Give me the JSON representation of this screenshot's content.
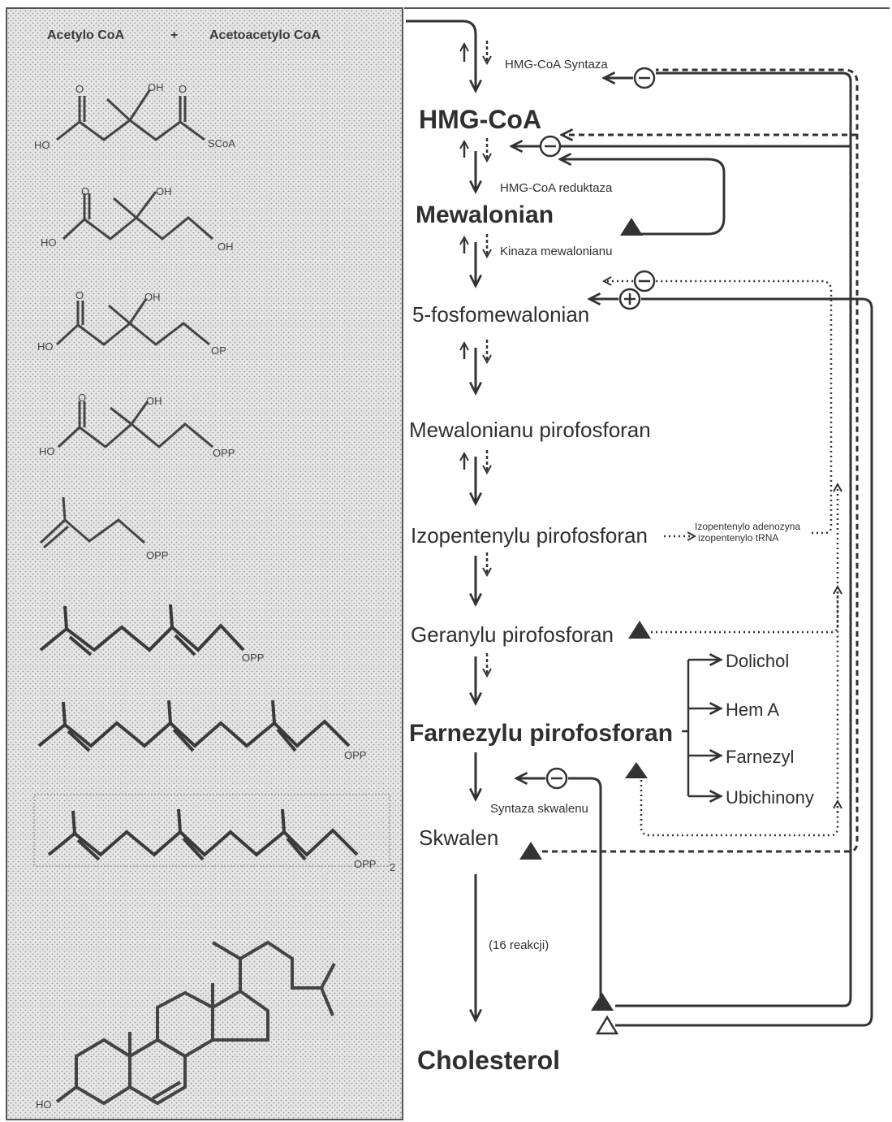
{
  "left_panel": {
    "header_left": "Acetylo CoA",
    "header_plus": "+",
    "header_right": "Acetoacetylo CoA",
    "structures": [
      {
        "id": "hmg-coa",
        "labels": {
          "o1": "O",
          "o2": "O",
          "oh": "OH",
          "ho": "HO",
          "end": "SCoA"
        }
      },
      {
        "id": "mevalonate",
        "labels": {
          "o1": "O",
          "oh": "OH",
          "ho": "HO",
          "end": "OH"
        }
      },
      {
        "id": "phospho-mevalonate",
        "labels": {
          "o1": "O",
          "oh": "OH",
          "ho": "HO",
          "end": "OP"
        }
      },
      {
        "id": "pyrophospho-mevalonate",
        "labels": {
          "o1": "O",
          "oh": "OH",
          "ho": "HO",
          "end": "OPP"
        }
      },
      {
        "id": "ipp",
        "labels": {
          "end": "OPP"
        }
      },
      {
        "id": "gpp",
        "labels": {
          "end": "OPP"
        }
      },
      {
        "id": "fpp",
        "labels": {
          "end": "OPP"
        }
      },
      {
        "id": "squalene-half",
        "labels": {
          "end": "OPP",
          "subscript": "2"
        }
      },
      {
        "id": "cholesterol",
        "labels": {
          "ho": "HO"
        }
      }
    ]
  },
  "pathway": {
    "metabolites": {
      "hmg_coa": "HMG-CoA",
      "mevalonate": "Mewalonian",
      "phosphomevalonate": "5-fosfomewalonian",
      "pyrophosphomevalonate": "Mewalonianu pirofosforan",
      "ipp": "Izopentenylu pirofosforan",
      "gpp": "Geranylu pirofosforan",
      "fpp": "Farnezylu pirofosforan",
      "squalene": "Skwalen",
      "cholesterol": "Cholesterol"
    },
    "enzymes": {
      "hmg_synthase": "HMG-CoA Syntaza",
      "hmg_reductase": "HMG-CoA reduktaza",
      "mevalonate_kinase": "Kinaza mewalonianu",
      "squalene_synthase": "Syntaza skwalenu"
    },
    "reaction_count": "(16 reakcji)",
    "side_products": {
      "ipp_line1": "Izopentenylo adenozyna",
      "ipp_line2": "izopentenylo tRNA"
    },
    "branches": [
      "Dolichol",
      "Hem A",
      "Farnezyl",
      "Ubichinony"
    ],
    "regulators": {
      "minus": "−",
      "plus": "+"
    }
  }
}
